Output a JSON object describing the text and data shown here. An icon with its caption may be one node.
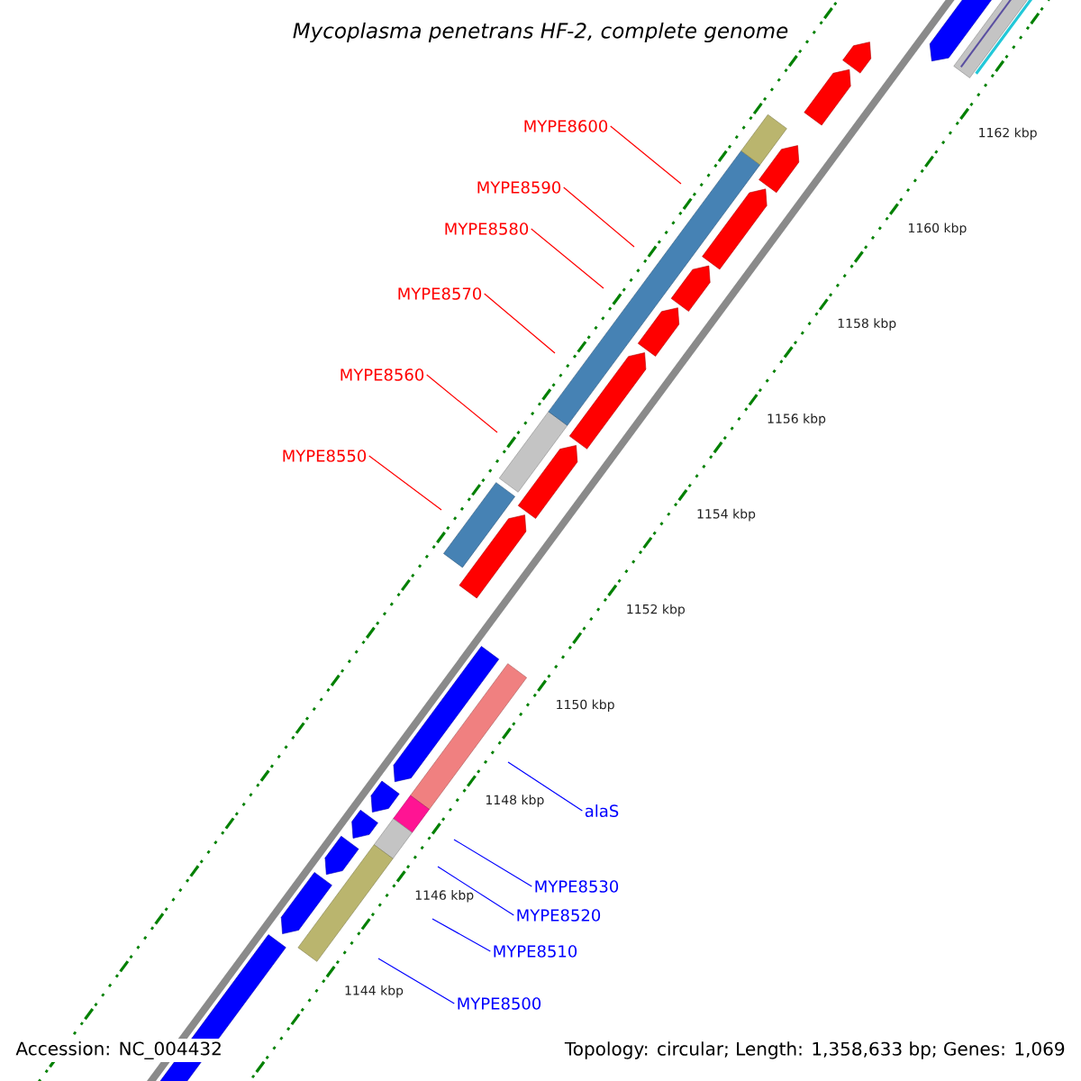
{
  "diagram": {
    "title": "Mycoplasma penetrans HF-2, complete genome",
    "nodes": [
      {
        "text": [
          "MYPE8600"
        ]
      },
      {
        "text": [
          "MYPE8590"
        ]
      },
      {
        "text": [
          "MYPE8580"
        ]
      },
      {
        "text": [
          "MYPE8570"
        ]
      },
      {
        "text": [
          "MYPE8560"
        ]
      },
      {
        "text": [
          "MYPE8550"
        ]
      },
      {
        "text": [
          "alaS"
        ]
      },
      {
        "text": [
          "MYPE8530"
        ]
      },
      {
        "text": [
          "MYPE8520"
        ]
      },
      {
        "text": [
          "MYPE8510"
        ]
      },
      {
        "text": [
          "MYPE8500"
        ]
      }
    ],
    "edges": [
      {
        "from": 0,
        "to": null,
        "arrow": "none"
      },
      {
        "from": 1,
        "to": null,
        "arrow": "none"
      },
      {
        "from": 2,
        "to": null,
        "arrow": "none"
      },
      {
        "from": 3,
        "to": null,
        "arrow": "none"
      },
      {
        "from": 4,
        "to": null,
        "arrow": "none"
      },
      {
        "from": 5,
        "to": null,
        "arrow": "none"
      },
      {
        "from": 6,
        "to": null,
        "arrow": "none",
        "color": "#0000ff"
      },
      {
        "from": 7,
        "to": null,
        "arrow": "none",
        "color": "#0000ff"
      },
      {
        "from": 8,
        "to": null,
        "arrow": "none",
        "color": "#0000ff"
      },
      {
        "from": 9,
        "to": null,
        "arrow": "none",
        "color": "#0000ff"
      },
      {
        "from": 10,
        "to": null,
        "arrow": "none",
        "color": "#0000ff"
      }
    ],
    "labels": [
      "1162 kbp",
      "1160 kbp",
      "1158 kbp",
      "1156 kbp",
      "1154 kbp",
      "1152 kbp",
      "1150 kbp",
      "1148 kbp",
      "1146 kbp",
      "1144 kbp",
      "Accession: NC_004432",
      "Topology: circular; Length: 1,358,633 bp; Genes: 1,069"
    ]
  }
}
